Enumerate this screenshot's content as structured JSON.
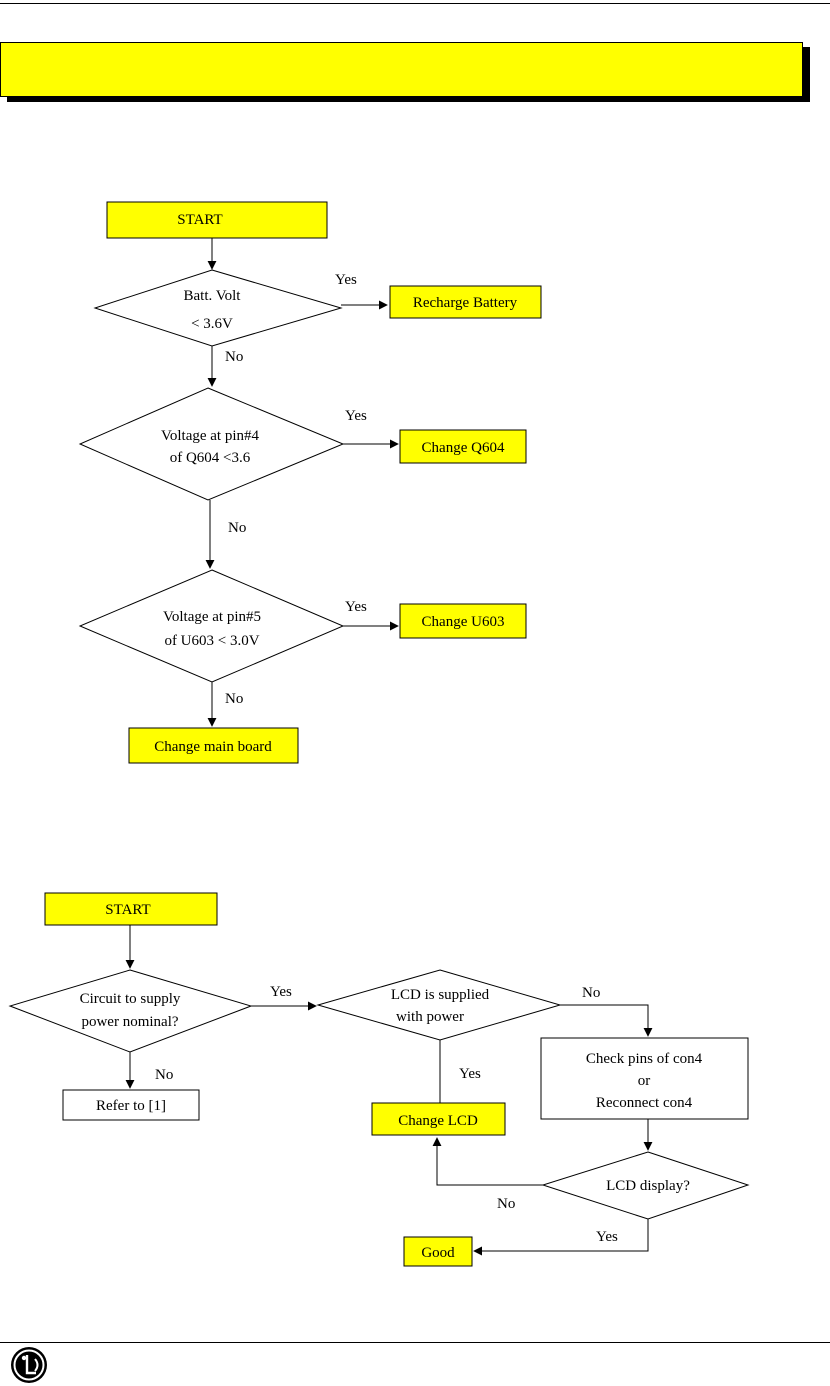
{
  "flowchart1": {
    "start": "START",
    "decision1": [
      "Batt. Volt",
      "< 3.6V"
    ],
    "action1": "Recharge Battery",
    "decision2": [
      "Voltage at pin#4",
      "of Q604 <3.6"
    ],
    "action2": "Change Q604",
    "decision3": [
      "Voltage at pin#5",
      "of U603 < 3.0V"
    ],
    "action3": "Change U603",
    "end": "Change main board",
    "yes": "Yes",
    "no": "No"
  },
  "flowchart2": {
    "start": "START",
    "decision1": [
      "Circuit to supply",
      "power nominal?"
    ],
    "refer": "Refer to [1]",
    "decision2": [
      "LCD is supplied",
      "with power"
    ],
    "check": [
      "Check pins of con4",
      "or",
      "Reconnect con4"
    ],
    "decision3": "LCD display?",
    "change_lcd": "Change LCD",
    "good": "Good",
    "yes": "Yes",
    "no": "No"
  },
  "colors": {
    "highlight": "#ffff00",
    "border": "#000000"
  }
}
